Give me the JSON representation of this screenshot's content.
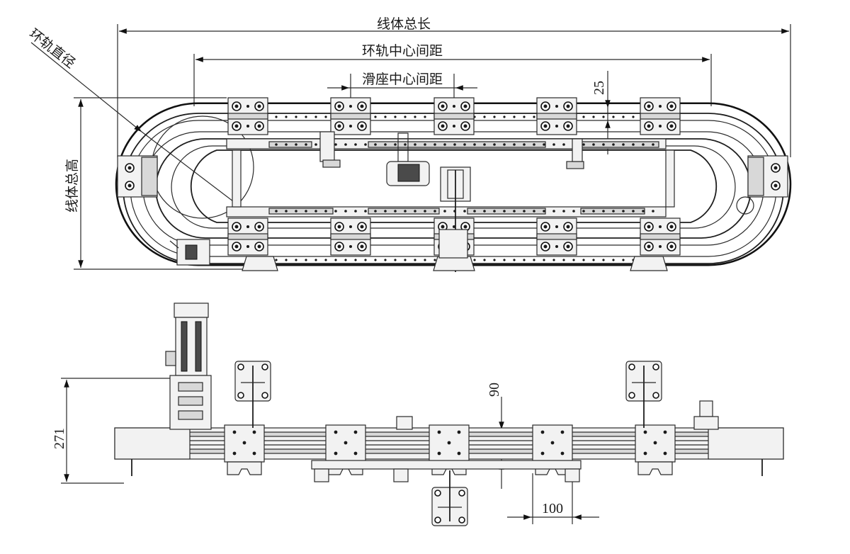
{
  "dimensions": {
    "overall_length": "线体总长",
    "ring_center_distance": "环轨中心间距",
    "slider_center_distance": "滑座中心间距",
    "ring_diameter": "环轨直径",
    "overall_height": "线体总高",
    "top_offset": "25",
    "side_height": "271",
    "side_offset": "90",
    "slider_width": "100"
  },
  "colors": {
    "line": "#1e1e1e",
    "fill_grey": "#d8d8d8",
    "fill_light": "#f2f2f2"
  }
}
